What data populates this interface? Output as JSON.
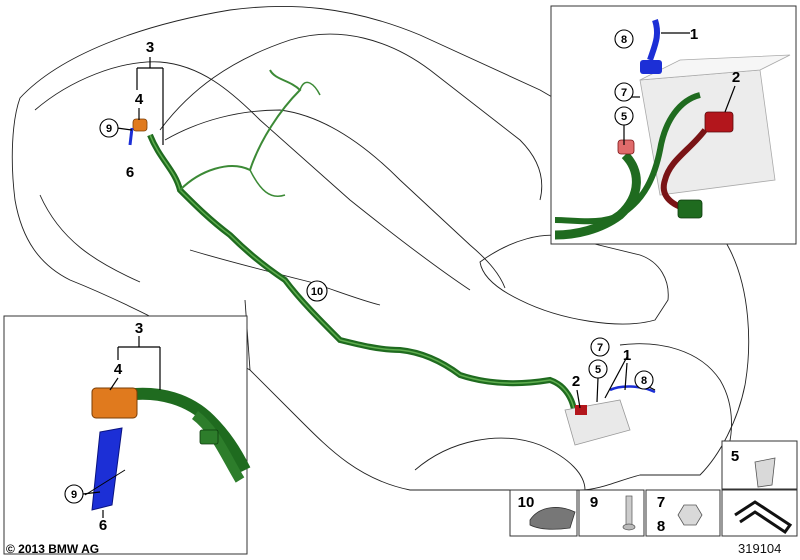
{
  "callouts": {
    "main_harness": "10",
    "rear_group": "3",
    "rear_cable_lug": "4",
    "rear_stud": "9",
    "rear_ground": "6",
    "inset_top_1": "1",
    "inset_top_2": "2",
    "inset_top_5": "5",
    "inset_top_7": "7",
    "inset_top_8": "8",
    "car_1": "1",
    "car_2": "2",
    "car_5": "5",
    "car_7": "7",
    "car_8": "8",
    "inset_bl_3": "3",
    "inset_bl_4": "4",
    "inset_bl_9": "9",
    "inset_bl_6": "6"
  },
  "parts_legend": [
    {
      "numbers": [
        "5"
      ],
      "icon": "sleeve-icon"
    },
    {
      "numbers": [
        "10"
      ],
      "icon": "cable-clip-icon"
    },
    {
      "numbers": [
        "9"
      ],
      "icon": "stud-bolt-icon"
    },
    {
      "numbers": [
        "7",
        "8"
      ],
      "icon": "hex-nut-icon"
    },
    {
      "numbers": [],
      "icon": "angle-bracket-icon"
    }
  ],
  "copyright": "© 2013 BMW AG",
  "figure_id": "319104",
  "colors": {
    "harness_green": "#1f6b1f",
    "harness_light": "#5fae4f",
    "positive_red": "#b3161c",
    "ground_blue": "#1c2fd6",
    "lug_orange": "#e07a1e",
    "battery_grey": "#e9e9e9"
  }
}
